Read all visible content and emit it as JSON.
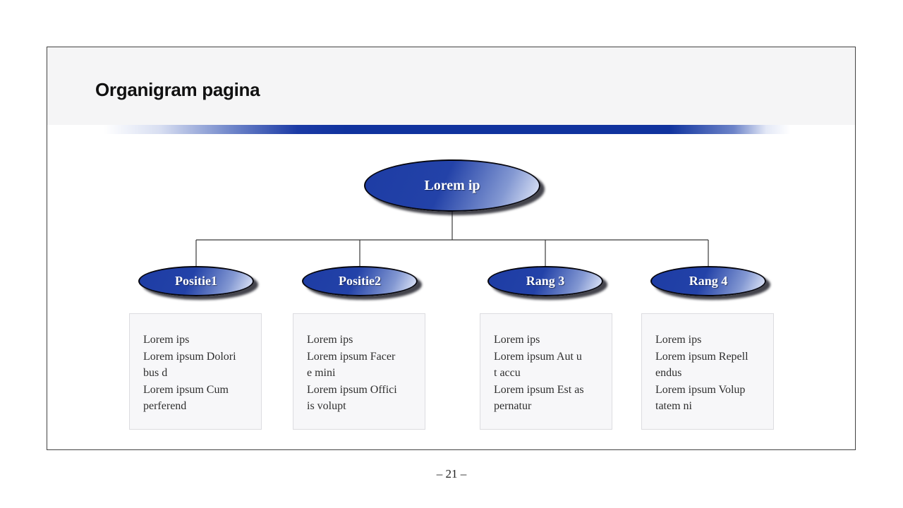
{
  "slide": {
    "title": "Organigram pagina",
    "page_number": "– 21 –"
  },
  "colors": {
    "accent_dark_blue": "#10339e",
    "node_gradient_start": "#1d3ca4",
    "node_gradient_end": "#e9eefb",
    "header_background": "#f5f5f6",
    "detail_box_background": "#f7f7f9"
  },
  "org_chart": {
    "root": {
      "label": "Lorem ip"
    },
    "children": [
      {
        "label": "Positie1",
        "detail_lines": [
          "Lorem ips",
          "Lorem ipsum Dolori",
          "bus d",
          "Lorem ipsum Cum",
          "perferend"
        ]
      },
      {
        "label": "Positie2",
        "detail_lines": [
          "Lorem ips",
          "Lorem ipsum Facer",
          "e mini",
          "Lorem ipsum Offici",
          "is volupt"
        ]
      },
      {
        "label": "Rang 3",
        "detail_lines": [
          "Lorem ips",
          "Lorem ipsum Aut u",
          "t accu",
          "Lorem ipsum Est as",
          "pernatur"
        ]
      },
      {
        "label": "Rang 4",
        "detail_lines": [
          "Lorem ips",
          "Lorem ipsum Repell",
          "endus",
          "Lorem ipsum Volup",
          "tatem ni"
        ]
      }
    ]
  }
}
